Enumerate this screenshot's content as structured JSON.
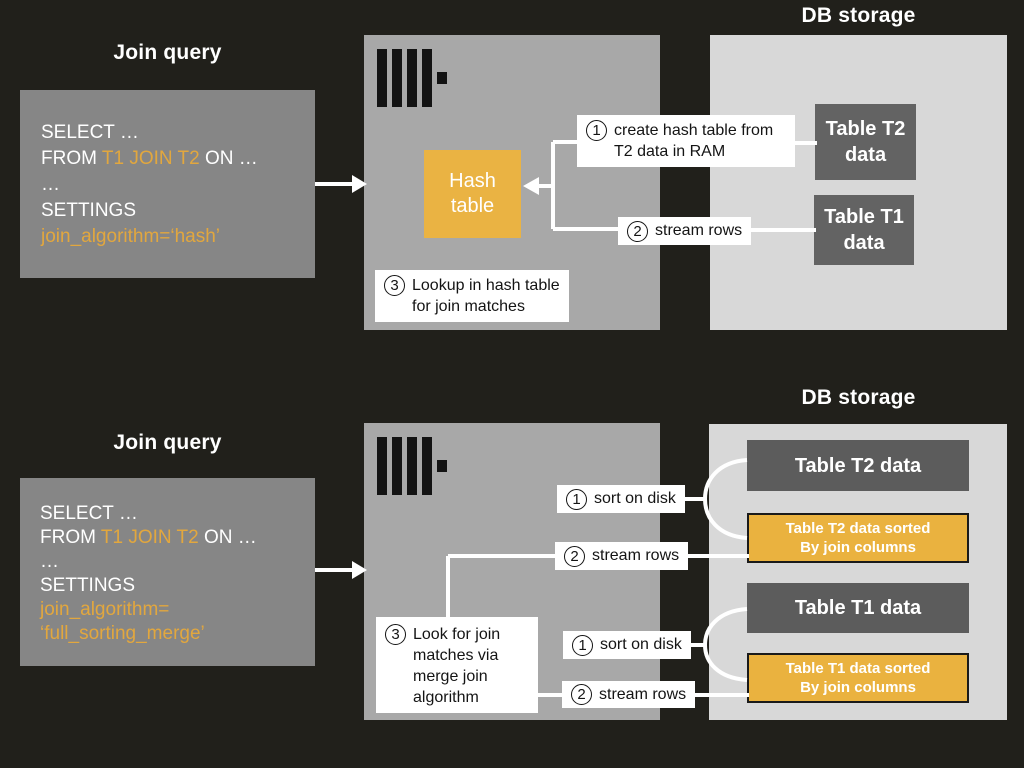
{
  "colors": {
    "background": "#21201b",
    "query_box_gray": "#868686",
    "server_box_gray": "#a8a8a8",
    "db_panel_gray": "#d8d8d8",
    "table_dark_gray": "#5c5c5c",
    "accent_orange": "#EAB343",
    "accent_text_orange": "#E2A73E",
    "callout_background": "#ffffff",
    "connector_line": "#ffffff"
  },
  "hash_section": {
    "query_heading": "Join query",
    "storage_heading": "DB storage",
    "sql": {
      "select": "SELECT …",
      "from_prefix": "FROM ",
      "from_accent": "T1 JOIN T2",
      "from_suffix": " ON …",
      "ellipsis": "…",
      "settings": "SETTINGS",
      "algorithm": "join_algorithm=‘hash’"
    },
    "hash_table_lines": [
      "Hash",
      "table"
    ],
    "step1": {
      "num": "1",
      "lines": [
        "create hash table from",
        "T2 data in RAM"
      ]
    },
    "step2": {
      "num": "2",
      "label": "stream rows"
    },
    "step3": {
      "num": "3",
      "lines": [
        "Lookup in hash table",
        "for join matches"
      ]
    },
    "table_t2_lines": [
      "Table T2",
      "data"
    ],
    "table_t1_lines": [
      "Table T1",
      "data"
    ]
  },
  "merge_section": {
    "query_heading": "Join query",
    "storage_heading": "DB storage",
    "sql": {
      "select": "SELECT …",
      "from_prefix": "FROM ",
      "from_accent": "T1 JOIN T2",
      "from_suffix": " ON …",
      "ellipsis": "…",
      "settings": "SETTINGS",
      "algorithm_line1": "join_algorithm=",
      "algorithm_line2": "‘full_sorting_merge’"
    },
    "sort_step": {
      "num": "1",
      "label": "sort on disk"
    },
    "stream_step": {
      "num": "2",
      "label": "stream rows"
    },
    "step3": {
      "num": "3",
      "lines": [
        "Look for join",
        "matches via",
        "merge join",
        "algorithm"
      ]
    },
    "table_t2": "Table T2 data",
    "table_t2_sorted_lines": [
      "Table T2 data sorted",
      "By join columns"
    ],
    "table_t1": "Table T1 data",
    "table_t1_sorted_lines": [
      "Table T1 data sorted",
      "By join columns"
    ]
  }
}
